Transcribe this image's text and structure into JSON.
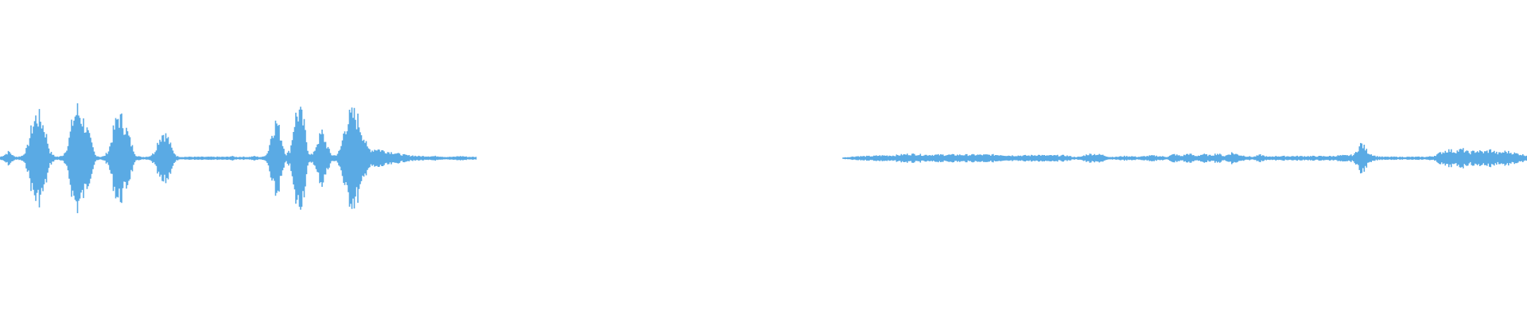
{
  "waveform": {
    "color": "#5aaae4",
    "background": "#ffffff",
    "segments": [
      {
        "start_fraction": 0.0,
        "end_fraction": 0.312,
        "envelope": [
          0.02,
          0.05,
          0.1,
          0.03,
          0.02,
          0.04,
          0.15,
          0.45,
          0.62,
          0.58,
          0.4,
          0.1,
          0.03,
          0.02,
          0.05,
          0.2,
          0.55,
          0.72,
          0.6,
          0.45,
          0.25,
          0.05,
          0.02,
          0.03,
          0.12,
          0.4,
          0.62,
          0.55,
          0.4,
          0.2,
          0.04,
          0.02,
          0.02,
          0.03,
          0.08,
          0.28,
          0.38,
          0.3,
          0.12,
          0.03,
          0.02,
          0.02,
          0.02,
          0.02,
          0.02,
          0.02,
          0.02,
          0.02,
          0.02,
          0.02,
          0.02,
          0.03,
          0.02,
          0.02,
          0.02,
          0.02,
          0.03,
          0.02,
          0.02,
          0.08,
          0.4,
          0.55,
          0.3,
          0.05,
          0.12,
          0.6,
          0.7,
          0.5,
          0.08,
          0.05,
          0.25,
          0.38,
          0.2,
          0.05,
          0.04,
          0.12,
          0.45,
          0.6,
          0.65,
          0.55,
          0.35,
          0.15,
          0.12,
          0.14,
          0.12,
          0.1,
          0.09,
          0.08,
          0.06,
          0.05,
          0.04,
          0.04,
          0.03,
          0.03,
          0.03,
          0.03,
          0.03,
          0.03,
          0.02,
          0.02,
          0.02,
          0.03,
          0.03,
          0.02,
          0.02,
          0.02
        ]
      },
      {
        "start_fraction": 0.552,
        "end_fraction": 1.0,
        "envelope": [
          0.01,
          0.02,
          0.03,
          0.03,
          0.03,
          0.04,
          0.04,
          0.04,
          0.05,
          0.06,
          0.06,
          0.05,
          0.05,
          0.05,
          0.05,
          0.05,
          0.05,
          0.05,
          0.05,
          0.05,
          0.05,
          0.05,
          0.05,
          0.04,
          0.04,
          0.04,
          0.04,
          0.05,
          0.04,
          0.04,
          0.04,
          0.04,
          0.02,
          0.02,
          0.06,
          0.06,
          0.05,
          0.02,
          0.02,
          0.03,
          0.03,
          0.02,
          0.03,
          0.04,
          0.03,
          0.02,
          0.06,
          0.03,
          0.07,
          0.03,
          0.06,
          0.04,
          0.07,
          0.03,
          0.08,
          0.05,
          0.03,
          0.02,
          0.05,
          0.02,
          0.03,
          0.03,
          0.03,
          0.03,
          0.03,
          0.03,
          0.03,
          0.03,
          0.03,
          0.04,
          0.04,
          0.05,
          0.22,
          0.08,
          0.03,
          0.02,
          0.02,
          0.02,
          0.02,
          0.02,
          0.02,
          0.02,
          0.03,
          0.08,
          0.12,
          0.1,
          0.13,
          0.08,
          0.11,
          0.09,
          0.12,
          0.07,
          0.1,
          0.08,
          0.06,
          0.04
        ]
      }
    ]
  }
}
